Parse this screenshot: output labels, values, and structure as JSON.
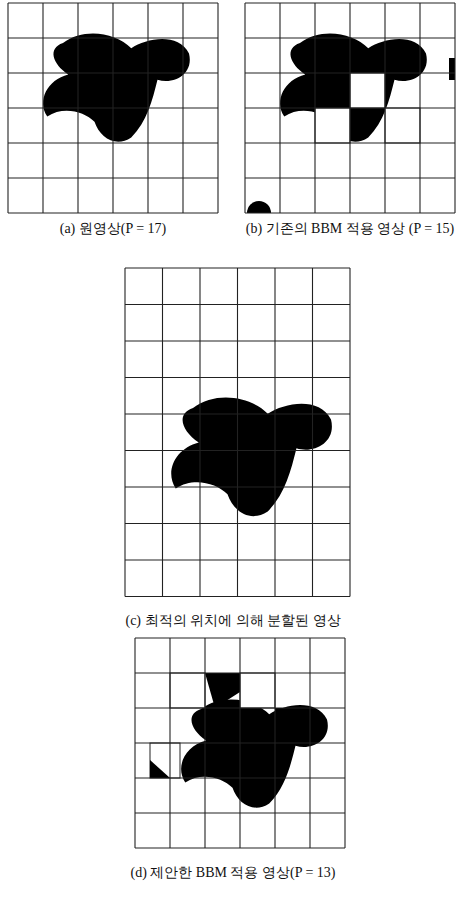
{
  "diagram": {
    "labels": [
      "(a) 원영상(P = 17)",
      "(b) 기존의 BBM 적용 영상 (P = 15)",
      "(c) 최적의 위치에 의해 분할된 영상",
      "(d) 제안한 BBM 적용 영상(P = 13)"
    ]
  }
}
